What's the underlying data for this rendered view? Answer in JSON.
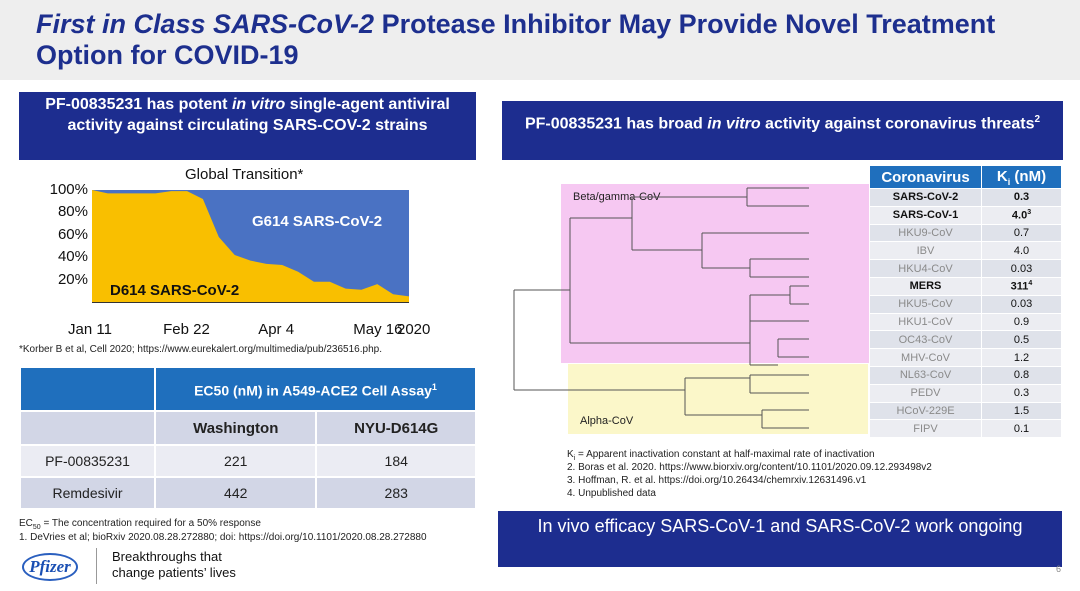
{
  "slide": {
    "title_italic": "First in Class SARS-CoV-2",
    "title_rest": " Protease Inhibitor May Provide Novel Treatment Option for COVID-19",
    "page_number": "6"
  },
  "left_banner": {
    "part1": "PF-00835231 has potent ",
    "italic": "in vitro",
    "part2": " single-agent antiviral activity against circulating SARS-COV-2 strains"
  },
  "right_banner": {
    "part1": "PF-00835231 has broad ",
    "italic": "in vitro",
    "part2": " activity against coronavirus threats",
    "superscript": "2"
  },
  "chart_data": {
    "type": "area",
    "title": "Global Transition*",
    "y_ticks": [
      "100%",
      "80%",
      "60%",
      "40%",
      "20%"
    ],
    "x_ticks": [
      "Jan 11",
      "Feb 22",
      "Apr 4",
      "May 16",
      "2020"
    ],
    "ylim": [
      0,
      100
    ],
    "x": [
      "Jan 11",
      "Jan 18",
      "Jan 25",
      "Feb 1",
      "Feb 8",
      "Feb 15",
      "Feb 22",
      "Feb 29",
      "Mar 7",
      "Mar 14",
      "Mar 21",
      "Mar 28",
      "Apr 4",
      "Apr 11",
      "Apr 18",
      "Apr 25",
      "May 2",
      "May 9",
      "May 16",
      "May 23",
      "May 30"
    ],
    "series": [
      {
        "name": "D614 SARS-CoV-2",
        "color": "#f9bf00",
        "values": [
          100,
          97,
          97,
          97,
          97,
          99,
          99,
          92,
          58,
          42,
          37,
          34,
          33,
          27,
          18,
          18,
          12,
          11,
          16,
          7,
          5
        ]
      },
      {
        "name": "G614 SARS-CoV-2",
        "color": "#4a72c3",
        "values": [
          0,
          3,
          3,
          3,
          3,
          1,
          1,
          8,
          42,
          58,
          63,
          66,
          67,
          73,
          82,
          82,
          88,
          89,
          84,
          93,
          95
        ]
      }
    ]
  },
  "korber_ref": "*Korber B et al, Cell 2020; https://www.eurekalert.org/multimedia/pub/236516.php.",
  "ec50_table": {
    "header": "EC50 (nM) in A549-ACE2 Cell Assay",
    "header_sup": "1",
    "columns": [
      "Washington",
      "NYU-D614G"
    ],
    "rows": [
      {
        "name": "PF-00835231",
        "values": [
          "221",
          "184"
        ]
      },
      {
        "name": "Remdesivir",
        "values": [
          "442",
          "283"
        ]
      }
    ]
  },
  "ec50_footnotes": {
    "ec_prefix": "EC",
    "ec_sub": "50",
    "ec_def": " = The concentration required for a 50% response",
    "ref1": "1. DeVries et al; bioRxiv 2020.08.28.272880; doi: https://doi.org/10.1101/2020.08.28.272880"
  },
  "tree": {
    "beta_label": "Beta/gamma-CoV",
    "alpha_label": "Alpha-CoV",
    "beta_color": "#f6c8f2",
    "alpha_color": "#fbf7c9"
  },
  "ki_table": {
    "header_col1": "Coronavirus",
    "header_k": "K",
    "header_sub": "i",
    "header_unit": " (nM)",
    "rows": [
      {
        "name": "SARS-CoV-2",
        "value": "0.3",
        "sup": "",
        "bold": true,
        "grey": false
      },
      {
        "name": "SARS-CoV-1",
        "value": "4.0",
        "sup": "3",
        "bold": true,
        "grey": false
      },
      {
        "name": "HKU9-CoV",
        "value": "0.7",
        "sup": "",
        "bold": false,
        "grey": true
      },
      {
        "name": "IBV",
        "value": "4.0",
        "sup": "",
        "bold": false,
        "grey": true
      },
      {
        "name": "HKU4-CoV",
        "value": "0.03",
        "sup": "",
        "bold": false,
        "grey": true
      },
      {
        "name": "MERS",
        "value": "311",
        "sup": "4",
        "bold": true,
        "grey": false
      },
      {
        "name": "HKU5-CoV",
        "value": "0.03",
        "sup": "",
        "bold": false,
        "grey": true
      },
      {
        "name": "HKU1-CoV",
        "value": "0.9",
        "sup": "",
        "bold": false,
        "grey": true
      },
      {
        "name": "OC43-CoV",
        "value": "0.5",
        "sup": "",
        "bold": false,
        "grey": true
      },
      {
        "name": "MHV-CoV",
        "value": "1.2",
        "sup": "",
        "bold": false,
        "grey": true
      },
      {
        "name": "NL63-CoV",
        "value": "0.8",
        "sup": "",
        "bold": false,
        "grey": true
      },
      {
        "name": "PEDV",
        "value": "0.3",
        "sup": "",
        "bold": false,
        "grey": true
      },
      {
        "name": "HCoV-229E",
        "value": "1.5",
        "sup": "",
        "bold": false,
        "grey": true
      },
      {
        "name": "FIPV",
        "value": "0.1",
        "sup": "",
        "bold": false,
        "grey": true
      }
    ]
  },
  "ki_footnotes": {
    "k": "K",
    "k_sub": "i",
    "k_def": " = Apparent inactivation constant at half-maximal rate of inactivation",
    "ref2": "2. Boras et al. 2020. https://www.biorxiv.org/content/10.1101/2020.09.12.293498v2",
    "ref3": "3. Hoffman, R. et al. https://doi.org/10.26434/chemrxiv.12631496.v1",
    "ref4": "4. Unpublished data"
  },
  "invivo_banner": "In vivo efficacy SARS-CoV-1 and SARS-CoV-2 work ongoing",
  "footer": {
    "logo_text": "Pfizer",
    "tagline_line1": "Breakthroughs that",
    "tagline_line2": "change patients’ lives"
  }
}
